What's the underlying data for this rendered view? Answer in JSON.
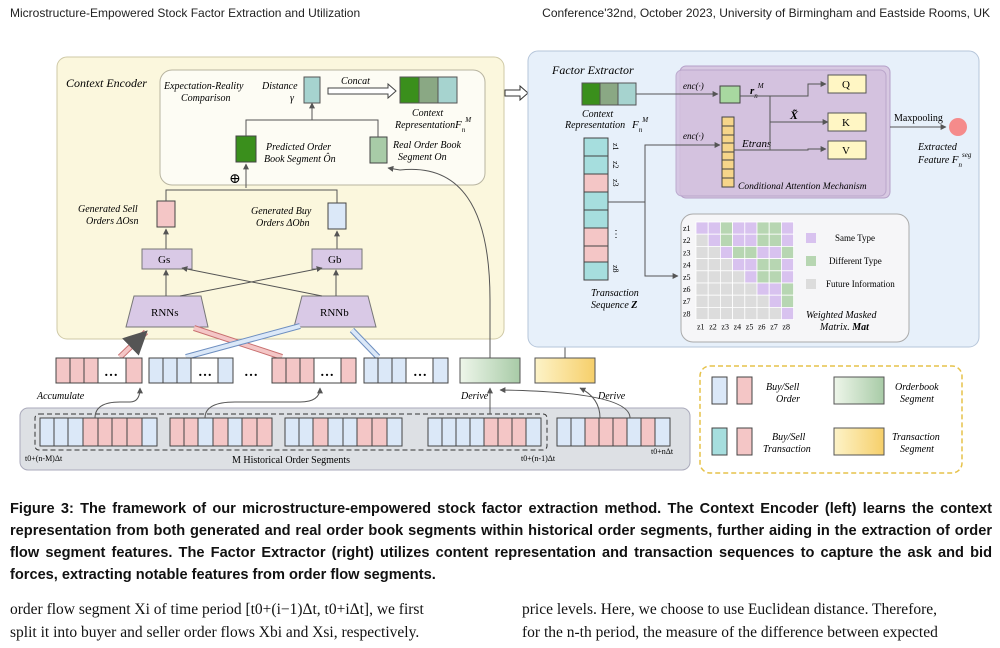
{
  "header": {
    "left": "Microstructure-Empowered Stock Factor Extraction and Utilization",
    "right": "Conference'32nd, October 2023, University of Birmingham and Eastside Rooms, UK"
  },
  "figure": {
    "context_encoder": {
      "title": "Context Encoder",
      "exp_reality_1": "Expectation-Reality",
      "exp_reality_2": "Comparison",
      "distance": "Distance",
      "gamma": "γ",
      "concat": "Concat",
      "context_rep_1": "Context",
      "context_rep_2": "Representation",
      "predicted_1": "Predicted Order",
      "predicted_2": "Book Segment Ôn",
      "real_1": "Real Order Book",
      "real_2": "Segment On",
      "oplus": "⊕",
      "gen_sell_1": "Generated Sell",
      "gen_sell_2": "Orders ΔOsn",
      "gen_buy_1": "Generated Buy",
      "gen_buy_2": "Orders ΔObn",
      "gs": "Gs",
      "gb": "Gb",
      "rnns": "RNNs",
      "rnnb": "RNNb"
    },
    "factor_extractor": {
      "title": "Factor Extractor",
      "context_rep_1": "Context",
      "context_rep_2": "Representation",
      "enc1": "enc(·)",
      "enc2": "enc(·)",
      "r": "r",
      "x_tilde": "X̃",
      "e_trans": "Etrans",
      "q": "Q",
      "k": "K",
      "v": "V",
      "maxpooling": "Maxpooling",
      "extracted_1": "Extracted",
      "extracted_2": "Feature",
      "cam": "Conditional Attention Mechanism",
      "seq_1": "Transaction",
      "seq_2": "Sequence",
      "seq_z": "Z",
      "z_labels": [
        "z1",
        "z2",
        "z3",
        "⋮",
        "z8"
      ],
      "same_type": "Same Type",
      "diff_type": "Different Type",
      "future_info": "Future Information",
      "mat_1": "Weighted Masked",
      "mat_2": "Matrix.",
      "mat_var": "Mat",
      "row_labels": [
        "z1",
        "z2",
        "z3",
        "z4",
        "z5",
        "z6",
        "z7",
        "z8"
      ],
      "col_labels": [
        "z1",
        "z2",
        "z3",
        "z4",
        "z5",
        "z6",
        "z7",
        "z8"
      ]
    },
    "bottom": {
      "ellipsis": "…",
      "accumulate": "Accumulate",
      "derive1": "Derive",
      "derive2": "Derive",
      "historical": "M Historical Order Segments",
      "t_left": "t0+(n-M)Δt",
      "t_mid": "t0+(n-1)Δt",
      "t_right": "t0+nΔt"
    },
    "legend": {
      "buy_sell_order_1": "Buy/Sell",
      "buy_sell_order_2": "Order",
      "orderbook_1": "Orderbook",
      "orderbook_2": "Segment",
      "buy_sell_trans_1": "Buy/Sell",
      "buy_sell_trans_2": "Transaction",
      "trans_seg_1": "Transaction",
      "trans_seg_2": "Segment"
    },
    "colors": {
      "blue": "#dbe8f8",
      "red": "#f4c6c6",
      "teal": "#a6dede",
      "green_dark": "#3a8f1c",
      "green_mid": "#8aa884",
      "green_light": "#a8cba7",
      "lavender": "#d9c9e6",
      "yellow_bg": "#fbf7dd",
      "blue_bg": "#e7f0fa",
      "orange": "#f6d58a"
    }
  },
  "caption": {
    "label": "Figure 3:",
    "text": " The framework of our microstructure-empowered stock factor extraction method. The Context Encoder (left) learns the context representation from both generated and real order book segments within historical order segments, further aiding in the extraction of order flow segment features. The Factor Extractor (right) utilizes content representation and transaction sequences to capture the ask and bid forces, extracting notable features from order flow segments."
  },
  "body_left": {
    "line1": "order flow segment Xi of time period [t0+(i−1)Δt, t0+iΔt], we first",
    "line2": "split it into buyer and seller order flows Xbi and Xsi, respectively."
  },
  "body_right": {
    "line1": "price levels. Here, we choose to use Euclidean distance. Therefore,",
    "line2": "for the n-th period, the measure of the difference between expected"
  }
}
